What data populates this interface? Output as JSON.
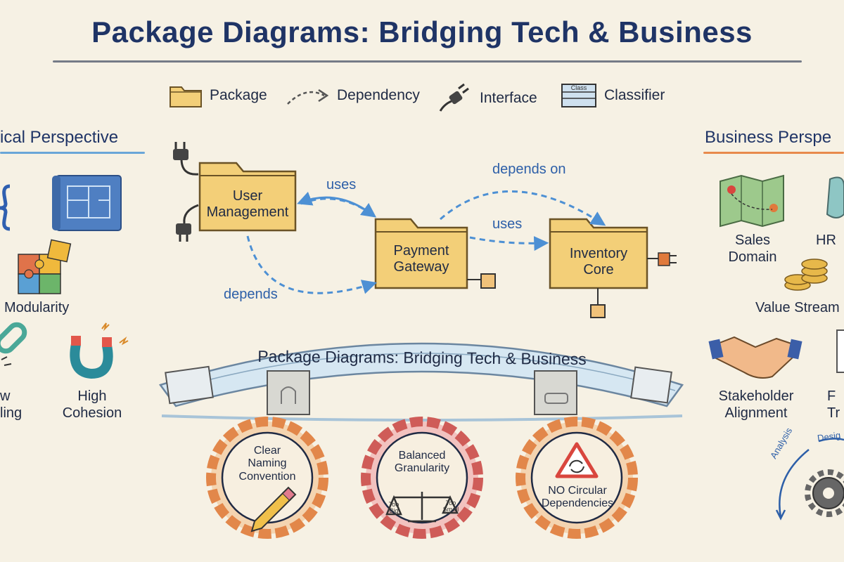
{
  "title": "Package Diagrams: Bridging Tech & Business",
  "legend": {
    "package": "Package",
    "dependency": "Dependency",
    "interface": "Interface",
    "classifier": "Classifier",
    "classifier_box_text": "Class"
  },
  "technical": {
    "heading": "ical Perspective",
    "modularity": "Modularity",
    "low_coupling_line1": "w",
    "low_coupling_line2": "ling",
    "high_cohesion_line1": "High",
    "high_cohesion_line2": "Cohesion"
  },
  "packages": {
    "user_management_line1": "User",
    "user_management_line2": "Management",
    "payment_gateway_line1": "Payment",
    "payment_gateway_line2": "Gateway",
    "inventory_core_line1": "Inventory",
    "inventory_core_line2": "Core"
  },
  "arrows": {
    "uses_1": "uses",
    "uses_2": "uses",
    "depends_on": "depends on",
    "depends": "depends"
  },
  "bridge": {
    "banner": "Package Diagrams: Bridging Tech & Business"
  },
  "badges": {
    "naming_line1": "Clear",
    "naming_line2": "Naming",
    "naming_line3": "Convention",
    "granularity_line1": "Balanced",
    "granularity_line2": "Granularity",
    "too_big": "Too Big",
    "too_small": "Too Small",
    "circular_line1": "NO Circular",
    "circular_line2": "Dependencies"
  },
  "business": {
    "heading": "Business Perspe",
    "sales_line1": "Sales",
    "sales_line2": "Domain",
    "hr": "HR",
    "value_streams": "Value Stream",
    "stakeholder_line1": "Stakeholder",
    "stakeholder_line2": "Alignment",
    "fe_line1": "F",
    "fe_line2": "Tr",
    "analysis": "Analysis",
    "design": "Desig"
  },
  "colors": {
    "title": "#1f3466",
    "folder": "#f3cf78",
    "folder_stroke": "#6b5326",
    "arrow": "#4d90d4",
    "badge_orange": "#e2874a",
    "badge_red": "#cf5c58",
    "tech_rule": "#6aa6d8",
    "biz_rule": "#e88a4c"
  },
  "icons": [
    "folder-icon",
    "dependency-arrow-icon",
    "plug-icon",
    "classifier-icon",
    "curly-braces-icon",
    "blueprint-icon",
    "puzzle-icon",
    "chain-link-icon",
    "magnet-icon",
    "map-icon",
    "coins-icon",
    "handshake-icon",
    "gear-icon",
    "pencil-icon",
    "scale-icon",
    "warning-cycle-icon"
  ]
}
